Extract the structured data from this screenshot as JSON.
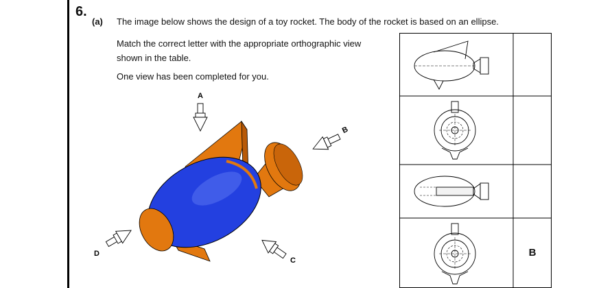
{
  "question": {
    "number": "6.",
    "part": "(a)",
    "intro": "The image below shows the design of a toy rocket.  The body of the rocket is based on an ellipse.",
    "instruction": "Match the correct letter with the appropriate orthographic view shown in the table.",
    "note": "One view has been completed for you."
  },
  "figure": {
    "arrow_labels": {
      "a": "A",
      "b": "B",
      "c": "C",
      "d": "D"
    },
    "colors": {
      "body": "#2340e0",
      "fins": "#e2780f",
      "fin_dark": "#a34d05",
      "outline": "#000000"
    }
  },
  "table": {
    "rows": [
      {
        "view": "side-view-with-fin",
        "answer": ""
      },
      {
        "view": "rear-view",
        "answer": ""
      },
      {
        "view": "side-view-sectioned",
        "answer": ""
      },
      {
        "view": "rear-view-hidden",
        "answer": "B"
      }
    ]
  }
}
